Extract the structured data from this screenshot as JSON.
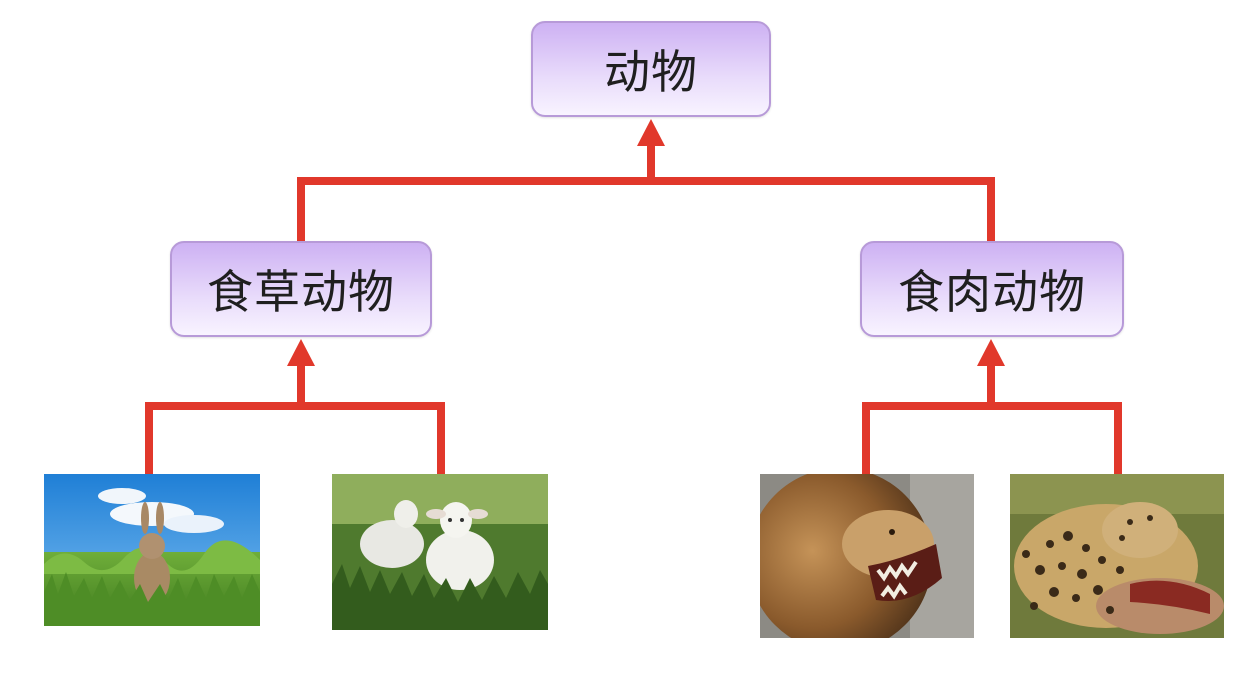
{
  "nodes": {
    "root": "动物",
    "herbivore": "食草动物",
    "carnivore": "食肉动物"
  },
  "colors": {
    "connector": "#e1382b",
    "node_border": "#b79ad8",
    "node_fill_top": "#cdb1f3",
    "node_fill_bottom": "#f8f3ff"
  },
  "photos": [
    {
      "icon": "rabbit-photo",
      "group": "herbivore"
    },
    {
      "icon": "lamb-photo",
      "group": "herbivore"
    },
    {
      "icon": "lion-photo",
      "group": "carnivore"
    },
    {
      "icon": "leopard-photo",
      "group": "carnivore"
    }
  ]
}
